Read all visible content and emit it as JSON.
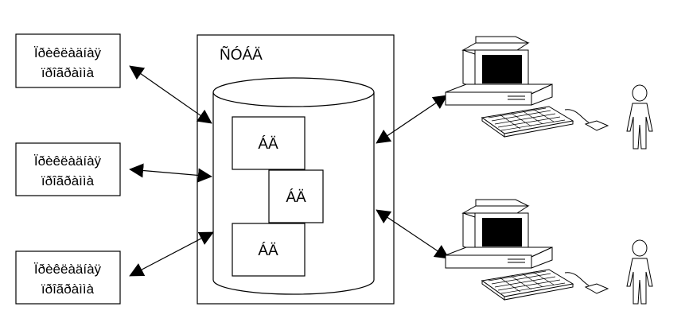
{
  "diagram": {
    "app_boxes": [
      {
        "line1": "Ïðèêëàäíàÿ",
        "line2": "ïðîãðàììà"
      },
      {
        "line1": "Ïðèêëàäíàÿ",
        "line2": "ïðîãðàììà"
      },
      {
        "line1": "Ïðèêëàäíàÿ",
        "line2": "ïðîãðàììà"
      }
    ],
    "dbms_label": "ÑÓÁÄ",
    "databases": [
      {
        "label": "ÁÄ"
      },
      {
        "label": "ÁÄ"
      },
      {
        "label": "ÁÄ"
      }
    ],
    "workstations": [
      {
        "computer": "computer-icon",
        "user": "person-icon"
      },
      {
        "computer": "computer-icon",
        "user": "person-icon"
      }
    ],
    "colors": {
      "stroke": "#000000",
      "screen": "#000000",
      "background": "#ffffff"
    }
  }
}
